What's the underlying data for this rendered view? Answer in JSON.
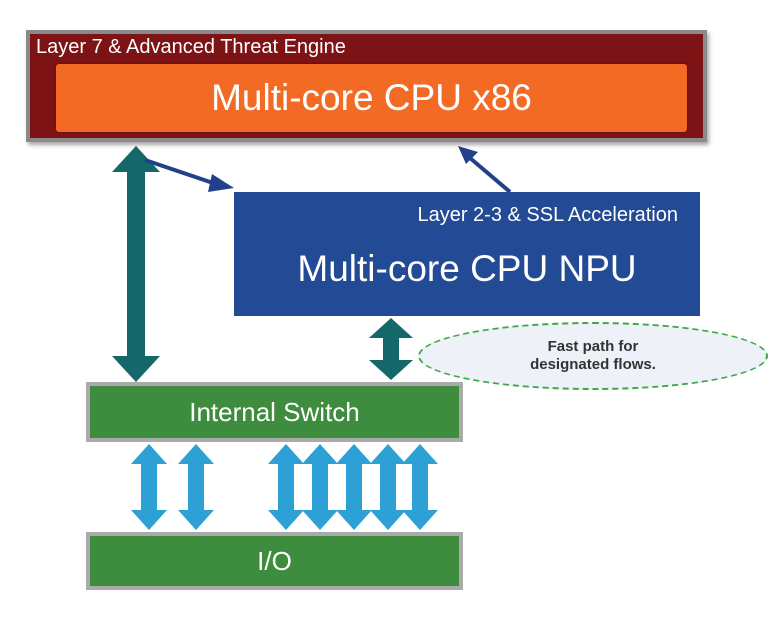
{
  "top_engine": {
    "title": "Layer 7 & Advanced Threat Engine",
    "cpu_label": "Multi-core CPU x86",
    "colors": {
      "outer": "#7d1315",
      "inner": "#f26a24"
    }
  },
  "npu": {
    "title": "Layer 2-3 & SSL Acceleration",
    "cpu_label": "Multi-core CPU NPU",
    "color": "#234a94"
  },
  "fast_path": {
    "line1": "Fast path for",
    "line2": "designated flows."
  },
  "internal_switch": {
    "label": "Internal Switch",
    "color": "#3e8d3f"
  },
  "io": {
    "label": "I/O",
    "color": "#3e8d3f"
  },
  "arrow_colors": {
    "teal": "#15686a",
    "navy": "#22418a",
    "light_blue": "#2da0d6"
  }
}
